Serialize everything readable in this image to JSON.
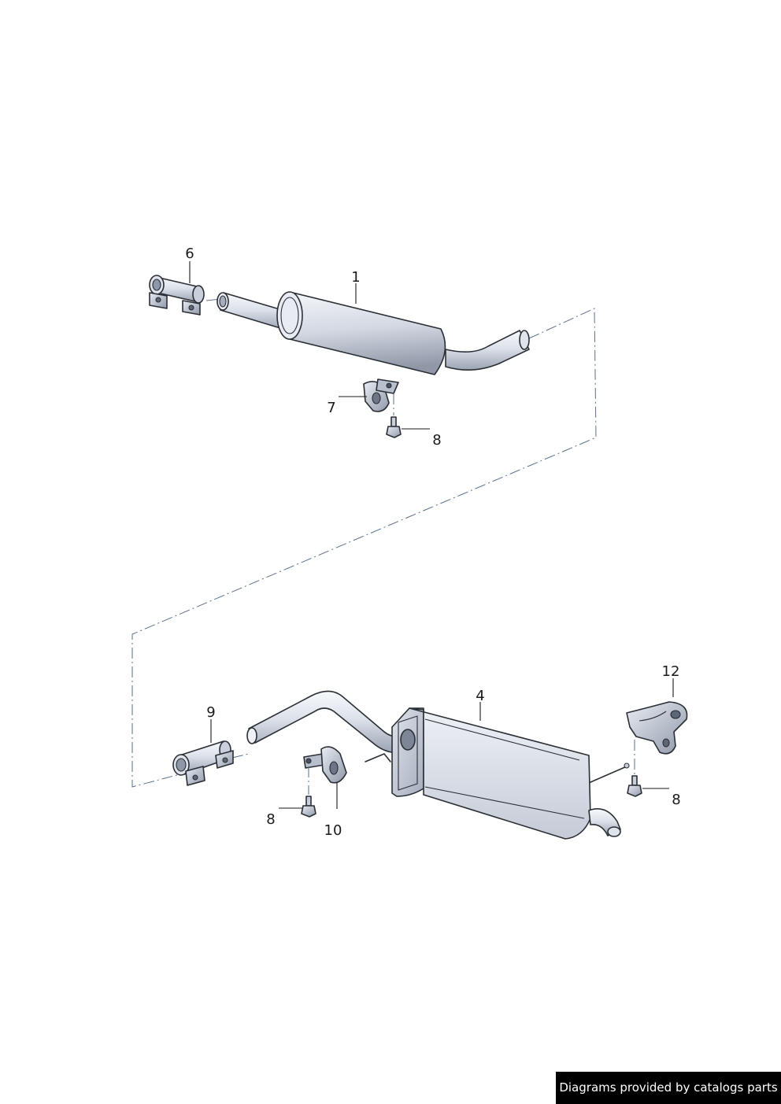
{
  "callouts": {
    "part_1": "1",
    "part_4": "4",
    "part_6": "6",
    "part_7": "7",
    "part_8_top": "8",
    "part_8_bottom_left": "8",
    "part_8_bottom_right": "8",
    "part_9": "9",
    "part_10": "10",
    "part_12": "12"
  },
  "credit": {
    "text": "Diagrams provided by catalogs parts"
  },
  "colors": {
    "metal_light": "#eef1f6",
    "metal_mid": "#c9cfdb",
    "metal_dark": "#8e97a8",
    "outline": "#2a2f35",
    "phantom_line": "#5a7088"
  }
}
